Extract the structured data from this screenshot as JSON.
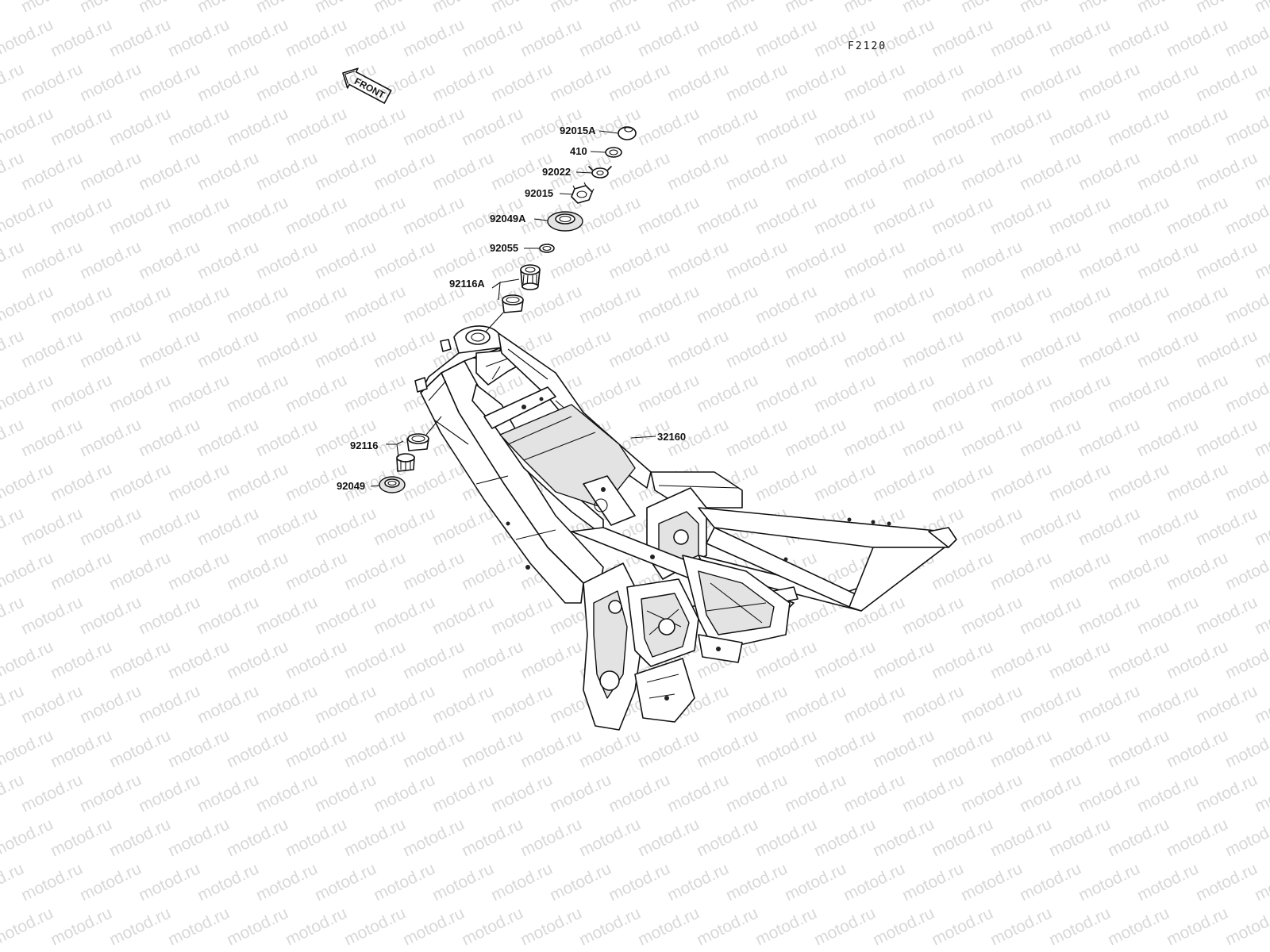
{
  "diagram": {
    "code": "F2120",
    "front_label": "FRONT",
    "watermark": "motod.ru",
    "parts": [
      {
        "id": "p-92015A",
        "label": "92015A"
      },
      {
        "id": "p-410",
        "label": "410"
      },
      {
        "id": "p-92022",
        "label": "92022"
      },
      {
        "id": "p-92015",
        "label": "92015"
      },
      {
        "id": "p-92049A",
        "label": "92049A"
      },
      {
        "id": "p-92055",
        "label": "92055"
      },
      {
        "id": "p-92116A",
        "label": "92116A"
      },
      {
        "id": "p-32160",
        "label": "32160"
      },
      {
        "id": "p-92116",
        "label": "92116"
      },
      {
        "id": "p-92049",
        "label": "92049"
      }
    ]
  }
}
